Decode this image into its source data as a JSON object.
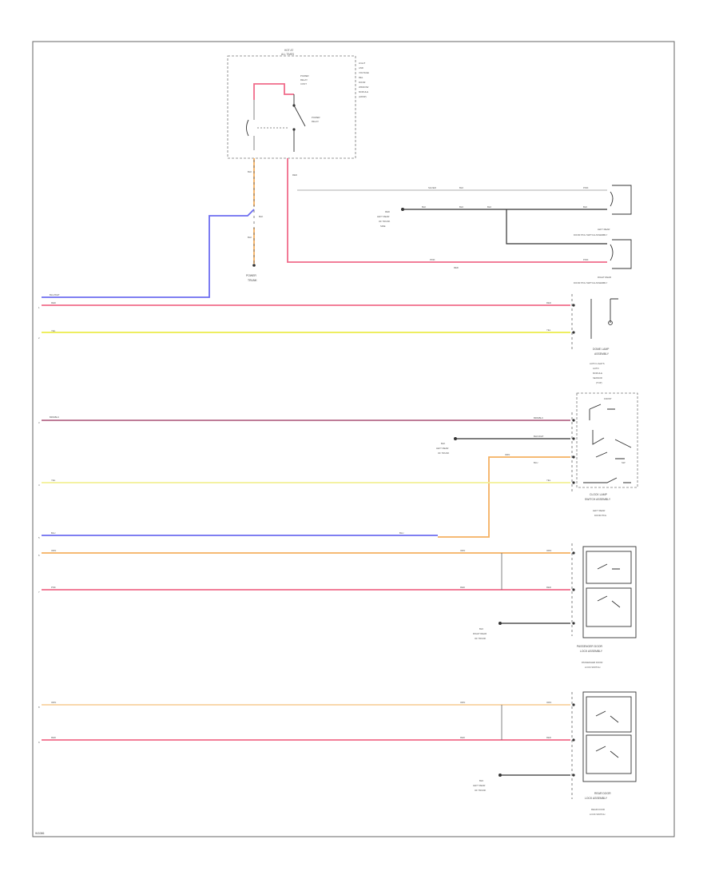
{
  "diagram": {
    "colors": {
      "red": "#f06b8a",
      "pink": "#f2a9bb",
      "yellow": "#ecec4a",
      "light_yellow": "#f2f095",
      "blue": "#6d6df0",
      "orange": "#f5b060",
      "light_orange": "#f8d2a0",
      "maroon": "#b46a8a",
      "gray": "#bdbdbd",
      "black": "#333333"
    },
    "labels": {
      "module_top_line1": "HOT AT",
      "module_top_line2": "ALL TIMES",
      "module_side": [
        "LIGHT",
        "AND",
        "VOLTAGE",
        "REL",
        "DOOR",
        "WINDOW",
        "MODULE",
        "(LWSP)"
      ],
      "module_relay_a": "POWER",
      "module_relay_b": "RELAY",
      "module_relay_c": "CONT",
      "relay_switch": "POWER",
      "relay_switch_2": "RELAY",
      "pin_left_top": "BLK",
      "pin_left_bot": "BLK",
      "pin_right": "RED",
      "wire_blk": "BLK",
      "ground_l1": "POWER",
      "ground_l2": "TRUNK",
      "splice_l1": "RED",
      "splice_l2": "LEFT REAR",
      "splice_l3": "OF TRUNK",
      "splice_l4": "SIDE",
      "wire_top": "SILVER",
      "wire_top_2": "BLK",
      "wire_mid": "BLK",
      "wire_mid_2": "BLK",
      "wire_mid_3": "BLK",
      "wire_bot": "PINK",
      "wire_bot_2": "RED",
      "conn_right_top": "PINK",
      "conn_right_mid": "BLK",
      "conn_right_bot": "PINK",
      "comp_label_1": "LEFT REAR",
      "comp_label_1b": "DOOR PKG SWITCH ASSEMBLY",
      "comp_label_2": "RIGHT REAR",
      "comp_label_2b": "DOOR PKG SWITCH ASSEMBLY",
      "left_1": "BLU/WHT",
      "left_2": "RED",
      "left_3": "YEL",
      "left_4": "BRN/BLK",
      "left_5": "YEL",
      "left_6": "BLU",
      "left_7": "ORN",
      "left_8": "PNK",
      "left_9": "ORN",
      "left_10": "RED",
      "num_a": "1",
      "num_b": "2",
      "num_c": "3",
      "num_d": "4",
      "num_e": "5",
      "num_f": "6",
      "num_g": "7",
      "num_h": "8",
      "num_i": "9",
      "r_red": "RED",
      "r_yel": "YEL",
      "dome_1": "DOME LAMP",
      "dome_2": "ASSEMBLY",
      "sw_1": "AUTO LIGHTS",
      "sw_2": "AUTO",
      "sw_3": "MODULE",
      "sw_4": "SENSOR",
      "sw_5": "(TOP)",
      "r_brn": "BRN/BLK",
      "r_blk": "BLK/WHT",
      "r_orn": "ORN",
      "r_orn2": "BLU",
      "r_yel2": "YEL",
      "mid_splice_1": "BLK",
      "mid_splice_2": "LEFT REAR",
      "mid_splice_3": "OF TRUNK",
      "pkg_1": "FRONT",
      "pkg_2": "SW",
      "cl_1": "CLOCK LAMP",
      "cl_2": "SWITCH ASSEMBLY",
      "cl_3": "LEFT REAR",
      "cl_4": "DOOR PKG",
      "b_orn": "ORN",
      "b_red": "RED",
      "b_red2": "RED",
      "b_orn2": "ORN",
      "sp2_1": "BLK",
      "sp2_2": "RIGHT REAR",
      "sp2_3": "OF TRUNK",
      "pass_1": "PASSENGER DOOR",
      "pass_2": "LOCK ASSEMBLY",
      "pass_3": "PASSENGER DOOR",
      "pass_4": "LOCK SWITCH",
      "c_orn": "ORN",
      "c_red": "RED",
      "c_red2": "RED",
      "c_orn2": "ORN",
      "sp3_1": "BLK",
      "sp3_2": "LEFT REAR",
      "sp3_3": "OF TRUNK",
      "rear_1": "REAR DOOR",
      "rear_2": "LOCK ASSEMBLY",
      "rear_3": "REAR DOOR",
      "rear_4": "LOCK SWITCH",
      "ref": "W1086"
    }
  }
}
